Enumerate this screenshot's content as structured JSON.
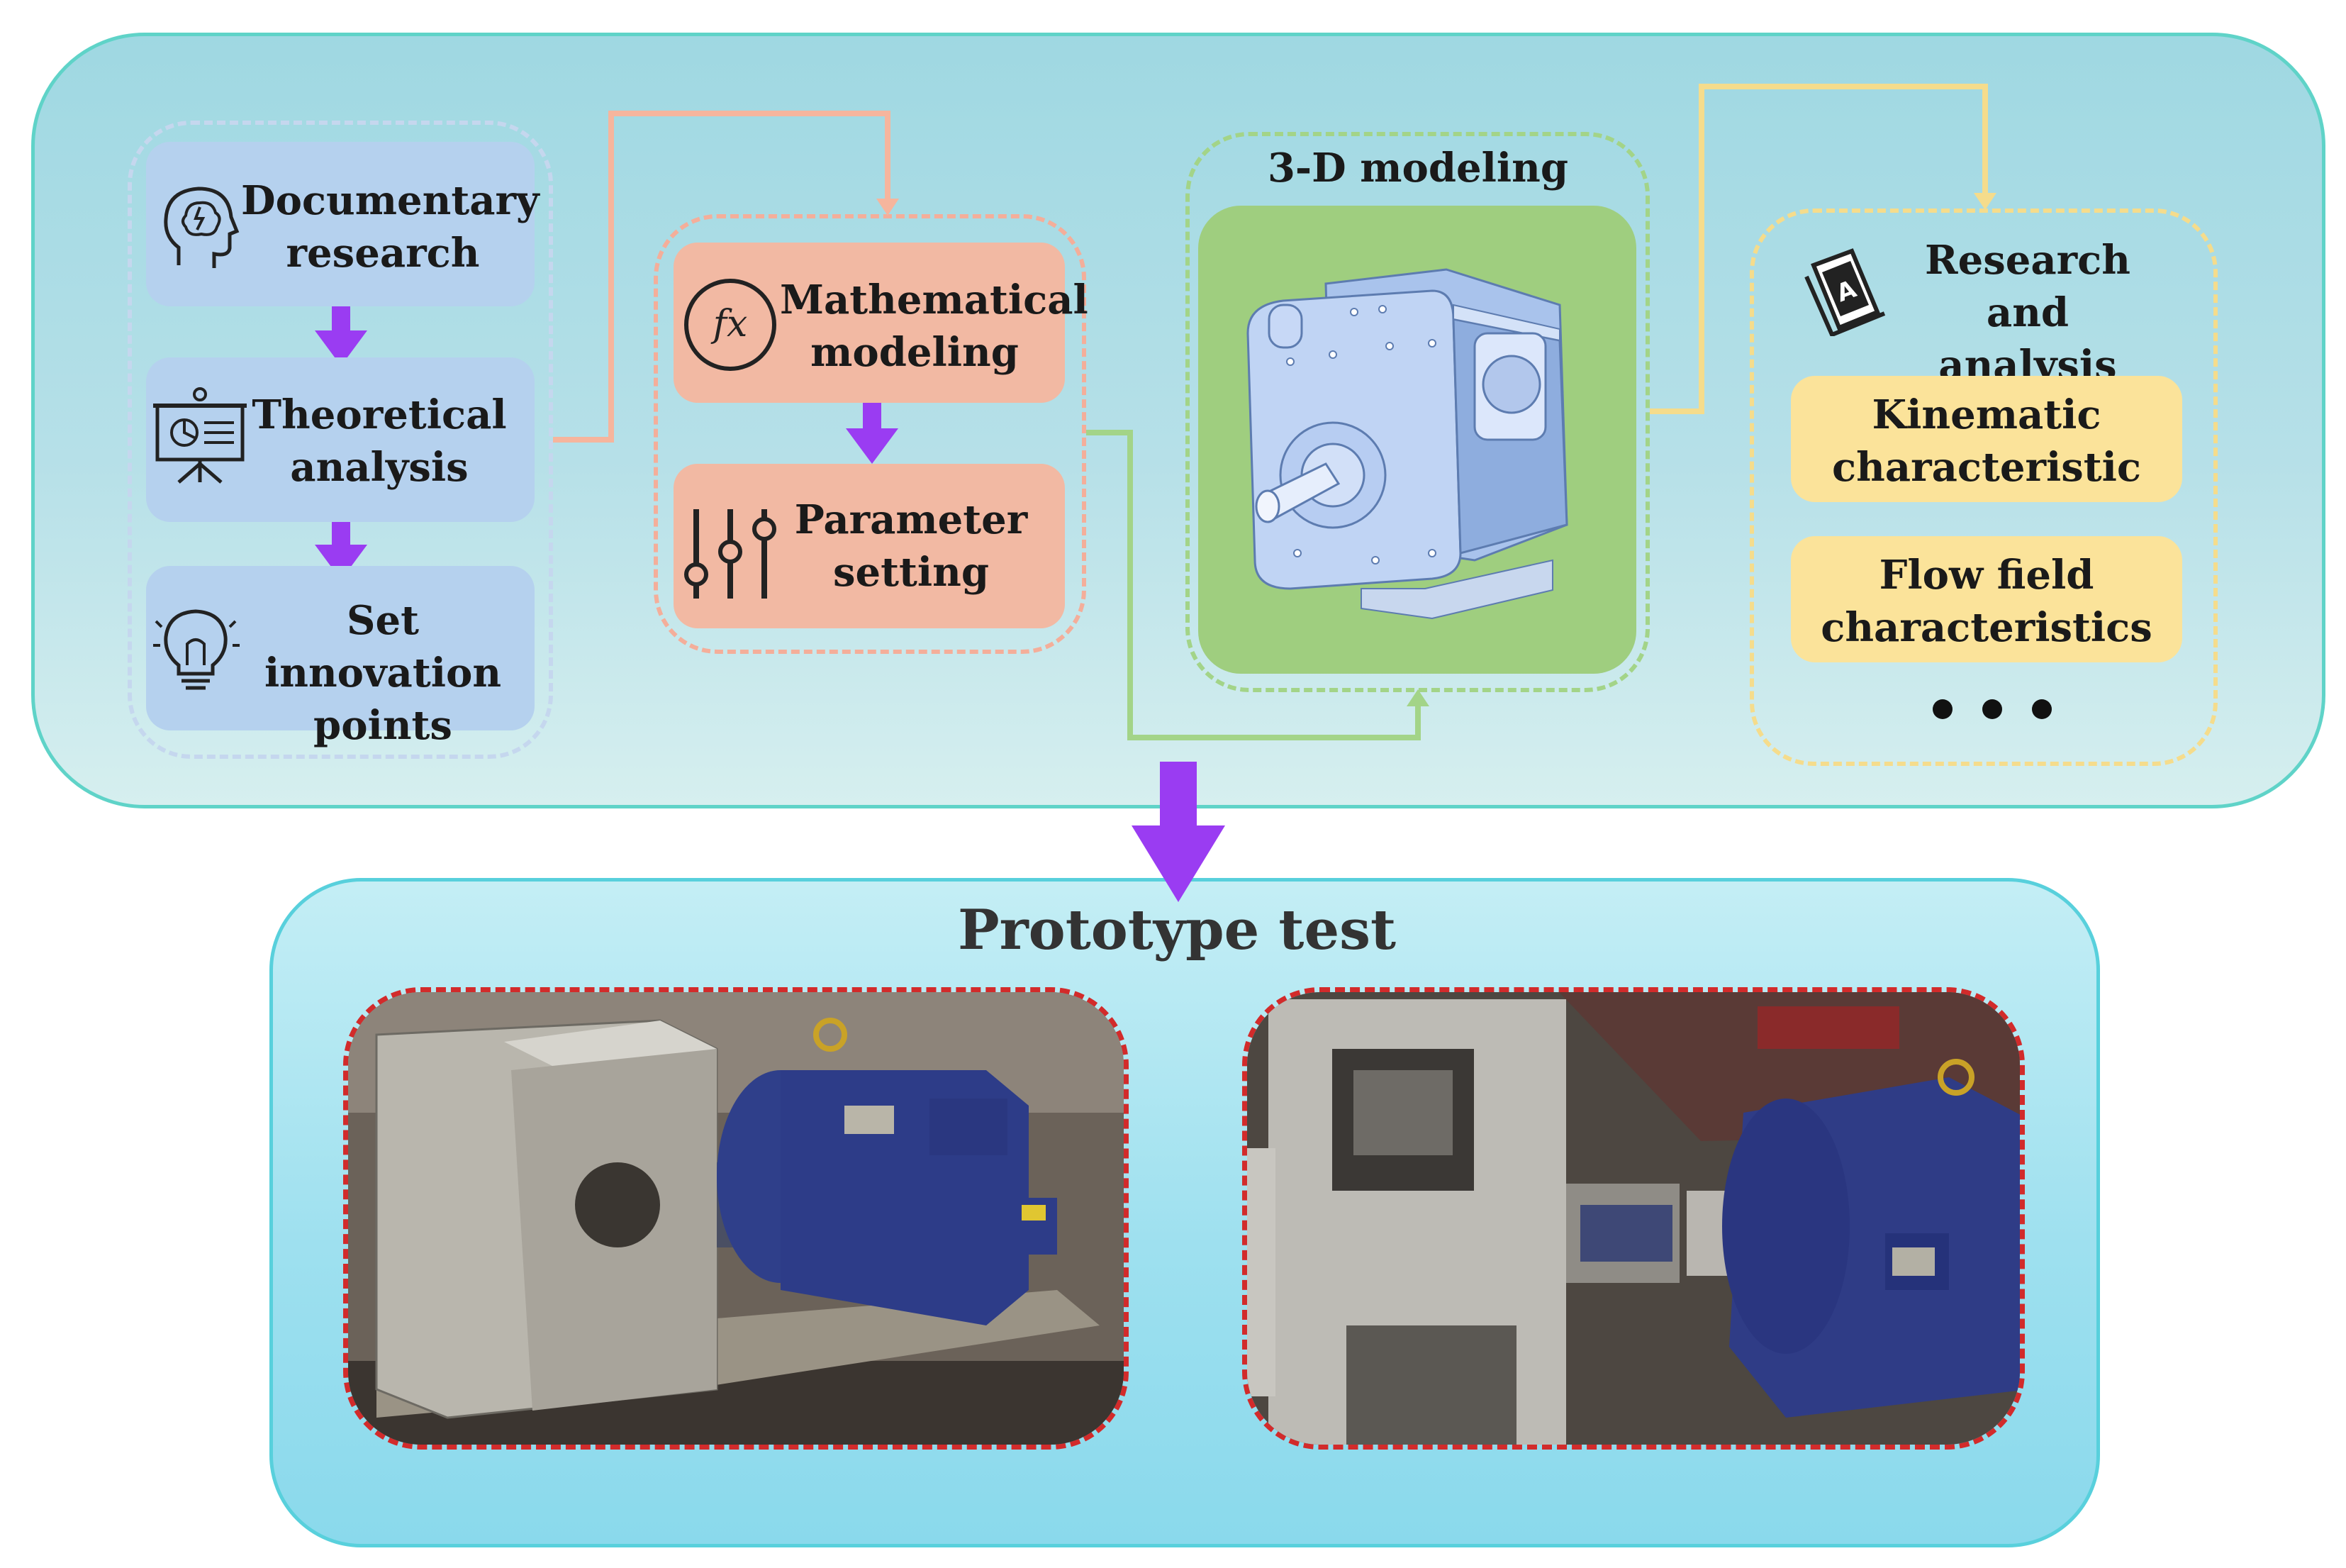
{
  "top_section": {
    "left_group": [
      {
        "label": "Documentary\nresearch",
        "icon": "brain-head-icon"
      },
      {
        "label": "Theoretical\nanalysis",
        "icon": "presentation-board-icon"
      },
      {
        "label": "Set innovation\npoints",
        "icon": "lightbulb-icon"
      }
    ],
    "mid_group": [
      {
        "label": "Mathematical\nmodeling",
        "icon": "fx-function-icon"
      },
      {
        "label": "Parameter\nsetting",
        "icon": "slider-controls-icon"
      }
    ],
    "modeling_title": "3-D modeling",
    "research": {
      "title": "Research and\nanalysis",
      "icon": "book-document-icon",
      "items": [
        "Kinematic\ncharacteristic",
        "Flow field\ncharacteristics"
      ]
    }
  },
  "bottom_section": {
    "title": "Prototype test"
  },
  "colors": {
    "purple_arrow": "#9a3cf2",
    "orange_connector": "#f6b59d",
    "green_connector": "#a3d488",
    "yellow_connector": "#f5dc8c",
    "red_dash": "#d22b2b"
  }
}
